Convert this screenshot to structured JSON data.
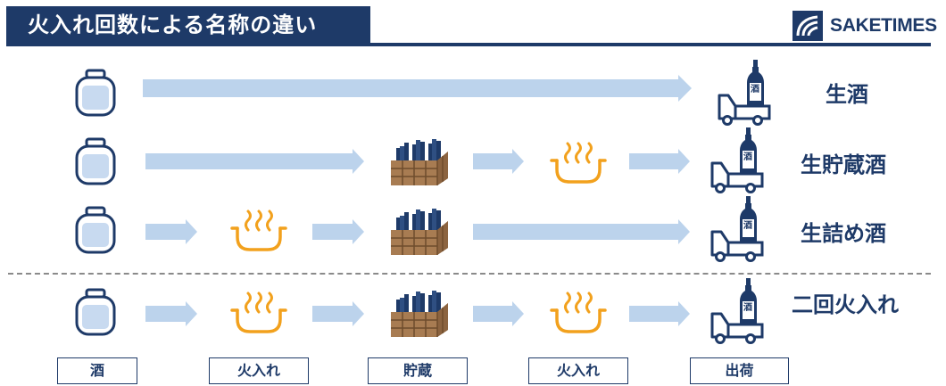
{
  "header": {
    "title": "火入れ回数による名称の違い",
    "logo_text": "SAKETIMES"
  },
  "rows": [
    {
      "label": "生酒"
    },
    {
      "label": "生貯蔵酒"
    },
    {
      "label": "生詰め酒"
    },
    {
      "label": "二回火入れ"
    }
  ],
  "stages": [
    "酒",
    "火入れ",
    "貯蔵",
    "火入れ",
    "出荷"
  ],
  "bottle_label": "酒",
  "colors": {
    "navy": "#1e3a68",
    "arrow": "#bcd3ec",
    "heat": "#f2a11d",
    "jar_fill": "#c8daf0",
    "crate": "#a87c52"
  },
  "icons": [
    "sake-jar-icon",
    "heating-pot-icon",
    "storage-crate-icon",
    "delivery-truck-icon"
  ]
}
